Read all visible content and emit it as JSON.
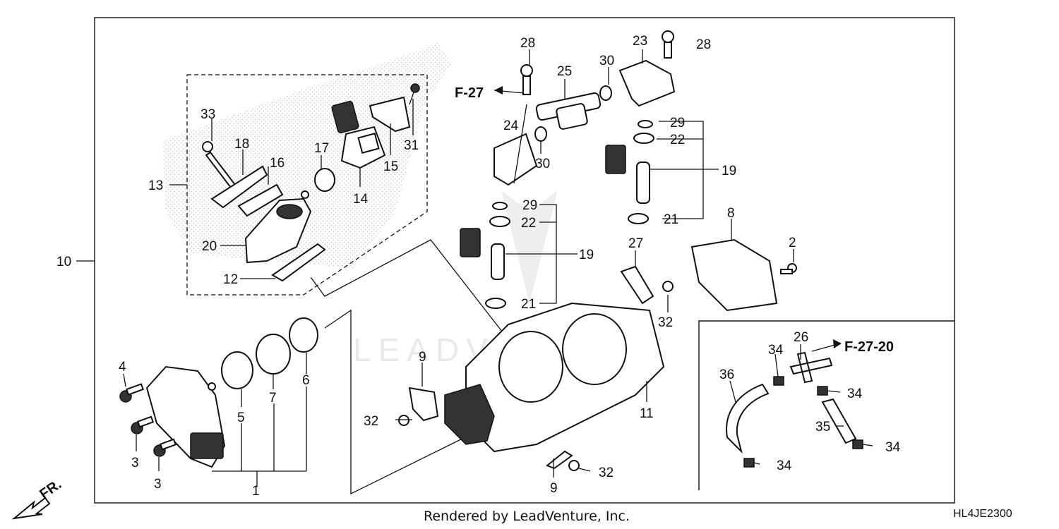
{
  "watermark": "LEADVENTURE",
  "footer": "Rendered by LeadVenture, Inc.",
  "diagram_code": "HL4JE2300",
  "front_marker": "FR.",
  "references": {
    "f27": "F-27",
    "f2720": "F-27-20"
  },
  "callouts": {
    "c1": "1",
    "c2": "2",
    "c3a": "3",
    "c3b": "3",
    "c4": "4",
    "c5": "5",
    "c6": "6",
    "c7": "7",
    "c8": "8",
    "c9a": "9",
    "c9b": "9",
    "c10": "10",
    "c11": "11",
    "c12": "12",
    "c13": "13",
    "c14": "14",
    "c15": "15",
    "c16": "16",
    "c17": "17",
    "c18": "18",
    "c19a": "19",
    "c19b": "19",
    "c20": "20",
    "c21a": "21",
    "c21b": "21",
    "c22a": "22",
    "c22b": "22",
    "c23": "23",
    "c24": "24",
    "c25": "25",
    "c26": "26",
    "c27": "27",
    "c28a": "28",
    "c28b": "28",
    "c29a": "29",
    "c29b": "29",
    "c30a": "30",
    "c30b": "30",
    "c31": "31",
    "c32a": "32",
    "c32b": "32",
    "c32c": "32",
    "c33": "33",
    "c34a": "34",
    "c34b": "34",
    "c34c": "34",
    "c34d": "34",
    "c35": "35",
    "c36": "36"
  }
}
